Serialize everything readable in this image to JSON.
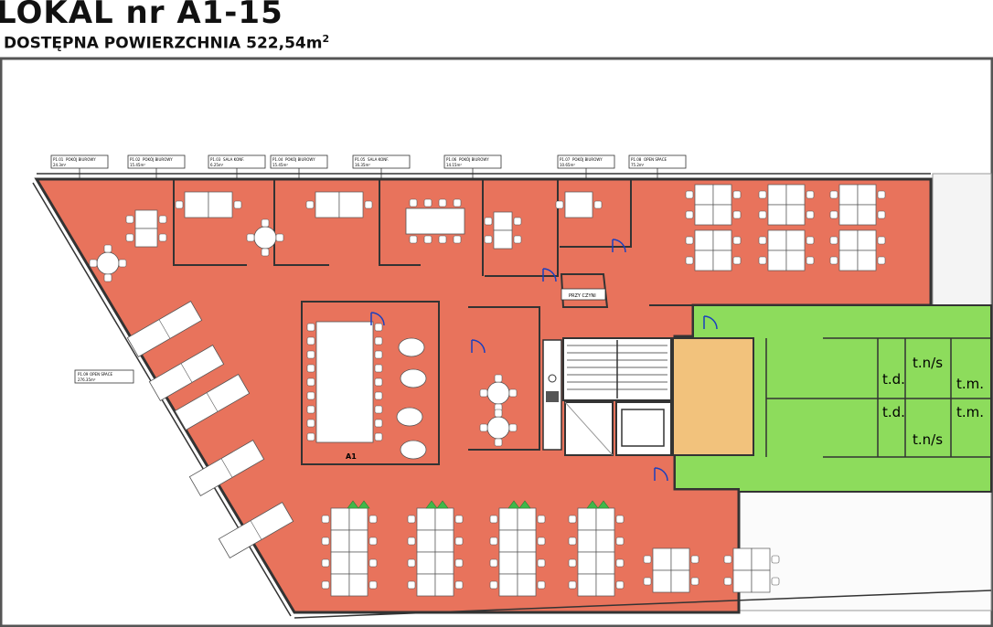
{
  "header": {
    "title": "LOKAL nr A1-15",
    "subtitle_prefix": "DOSTĘPNA POWIERZCHNIA 522,54m",
    "subtitle_sup": "2"
  },
  "colors": {
    "office": "#e8735c",
    "sanitary": "#8ddc5c",
    "core": "#f2c27c",
    "furniture": "#ffffff",
    "walls": "#333333",
    "door": "#1a3fbf",
    "plant": "#3fb84a"
  },
  "rooms": [
    {
      "code": "P1.01",
      "name": "POKÓJ BIUROWY",
      "area": "24.3m²"
    },
    {
      "code": "P1.02",
      "name": "POKÓJ BIUROWY",
      "area": "15.45m²"
    },
    {
      "code": "P1.03",
      "name": "SALA KONF.",
      "area": "6.25m²"
    },
    {
      "code": "P1.04",
      "name": "POKÓJ BIUROWY",
      "area": "15.45m²"
    },
    {
      "code": "P1.05",
      "name": "SALA KONF.",
      "area": "16.35m²"
    },
    {
      "code": "P1.06",
      "name": "POKÓJ BIUROWY",
      "area": "14.15m²"
    },
    {
      "code": "P1.07",
      "name": "POKÓJ BIUROWY",
      "area": "10.65m²"
    },
    {
      "code": "P1.08",
      "name": "OPEN SPACE",
      "area": "75.2m²"
    }
  ],
  "open_space": {
    "code": "P1.09",
    "name": "OPEN SPACE",
    "area": "276.35m²"
  },
  "plan_labels": {
    "kitchen": "PRZY CZYNI",
    "conf": "A1",
    "tns_top": "t.n/s",
    "tns_bottom": "t.n/s",
    "td_top": "t.d.",
    "td_bottom": "t.d.",
    "tm_top": "t.m.",
    "tm_bottom": "t.m."
  }
}
